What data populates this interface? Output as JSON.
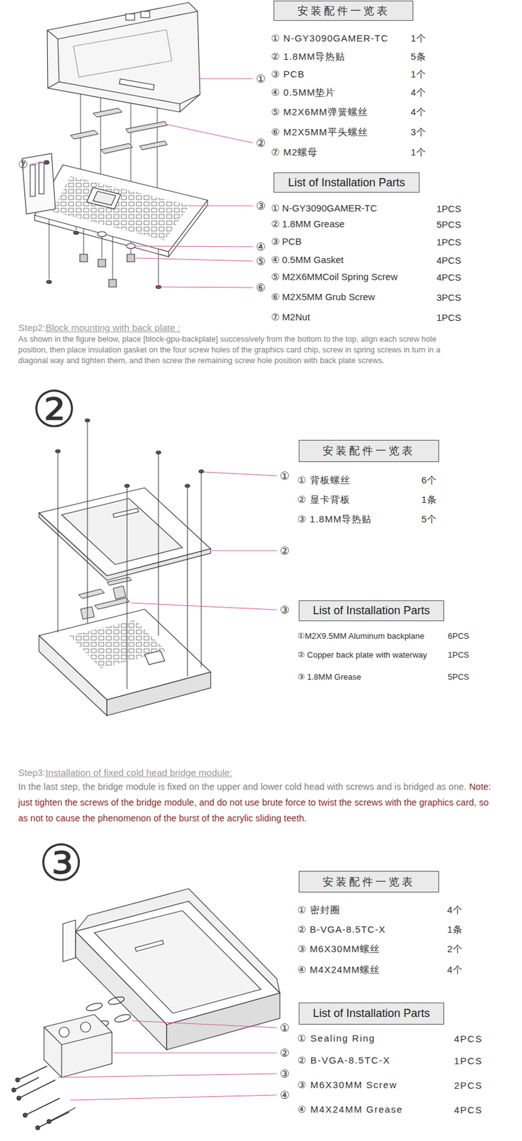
{
  "diagram": {
    "nodes": [
      {
        "text": [
          "安装配件一览表"
        ]
      },
      {
        "text": [
          "List of Installation Parts"
        ]
      },
      {
        "text": [
          "安装配件一览表"
        ]
      },
      {
        "text": [
          "List of Installation Parts"
        ]
      },
      {
        "text": [
          "安装配件一览表"
        ]
      },
      {
        "text": [
          "List of Installation Parts"
        ]
      }
    ],
    "labels": [
      "①",
      "②",
      "③",
      "④",
      "⑤",
      "⑥",
      "⑦",
      "① N-GY3090GAMER-TC",
      "1个",
      "② 1.8MM导热贴",
      "5条",
      "③ PCB",
      "1个",
      "④ 0.5MM垫片",
      "4个",
      "⑤ M2X6MM弹簧螺丝",
      "4个",
      "⑥ M2X5MM平头螺丝",
      "3个",
      "⑦ M2螺母",
      "1个",
      "① N-GY3090GAMER-TC",
      "1PCS",
      "② 1.8MM Grease",
      "5PCS",
      "③ PCB",
      "1PCS",
      "④ 0.5MM Gasket",
      "4PCS",
      "⑤ M2X6MMCoil Spring Screw",
      "4PCS",
      "⑥ M2X5MM Grub Screw",
      "3PCS",
      "⑦ M2Nut",
      "1PCS",
      "Step2:",
      "Block mounting with back plate :",
      "As shown in the figure below, place [block-gpu-backplate] successively from the bottom to the top, align each screw hole position, then place insulation gasket on the four screw holes of the graphics card chip, screw in spring screws in turn in a diagonal way and tighten them, and then screw the remaining screw hole position with back plate screws.",
      "②",
      "①",
      "②",
      "③",
      "① 背板螺丝",
      "6个",
      "② 显卡背板",
      "1条",
      "③ 1.8MM导热贴",
      "5个",
      "①M2X9.5MM Aluminum backplane",
      "6PCS",
      "② Copper back plate with waterway",
      "1PCS",
      "③ 1.8MM Grease",
      "5PCS",
      "Step3:",
      "Installation of fixed cold head bridge module:",
      "In the last step, the bridge module is fixed on the upper and lower cold head with screws and is bridged as one.",
      "Note: just tighten the screws of the bridge module, and do not use brute force to twist the screws with the graphics card, so as not to cause the phenomenon of the burst of the acrylic sliding teeth.",
      "③",
      "①",
      "②",
      "③",
      "④",
      "① 密封圈",
      "4个",
      "② B-VGA-8.5TC-X",
      "1条",
      "③ M6X30MM螺丝",
      "2个",
      "④ M4X24MM螺丝",
      "4个",
      "① Sealing Ring",
      "4PCS",
      "② B-VGA-8.5TC-X",
      "1PCS",
      "③ M6X30MM Screw",
      "2PCS",
      "④ M4X24MM Grease",
      "4PCS"
    ]
  }
}
